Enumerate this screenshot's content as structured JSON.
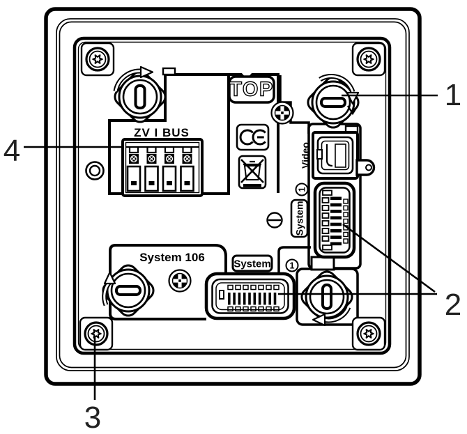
{
  "colors": {
    "line": "#000000",
    "background": "#ffffff",
    "callout_text": "#222222"
  },
  "device": {
    "markings": {
      "orientation": "TOP",
      "terminal_block": "ZV I BUS",
      "ce_mark": "CE",
      "weee_mark": "crossed-out-wheeled-bin",
      "system_106": "System 106",
      "system_label_bottom": "System",
      "system_label_side": "System",
      "video_label": "Video",
      "circled_one_side": "1",
      "circled_one_bottom": "1"
    },
    "callouts": [
      {
        "number": "1",
        "target": "top-right-locking-screw"
      },
      {
        "number": "2",
        "target": "system-connectors"
      },
      {
        "number": "3",
        "target": "bottom-left-corner-screw"
      },
      {
        "number": "4",
        "target": "terminal-block"
      }
    ]
  }
}
